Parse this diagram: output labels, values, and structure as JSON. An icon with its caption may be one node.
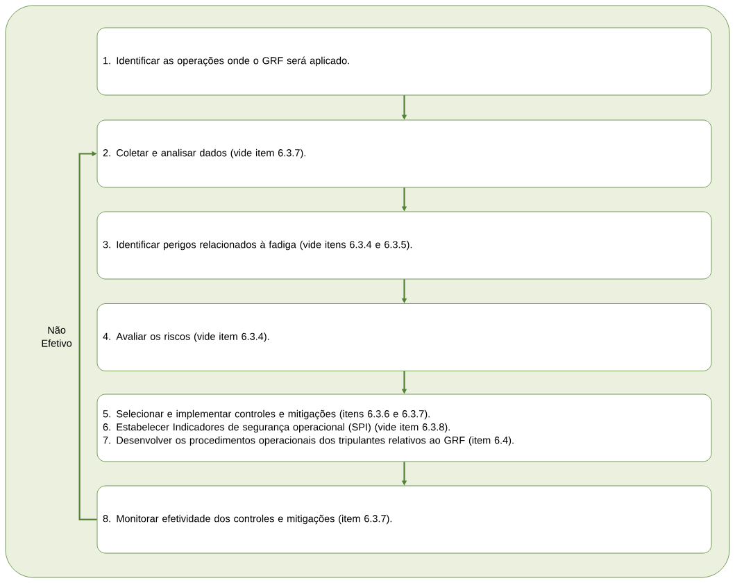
{
  "diagram": {
    "nodes": [
      {
        "text": [],
        "shape": "box"
      },
      {
        "text": [
          "1. Identificar as operações onde o GRF será aplicado."
        ],
        "in": 0
      },
      {
        "text": [
          "2. Coletar e analisar dados (vide item 6.3.7)."
        ],
        "in": 0
      },
      {
        "text": [
          "3. Identificar perigos relacionados à fadiga (vide itens 6.3.4 e 6.3.5)."
        ],
        "in": 0
      },
      {
        "text": [
          "4. Avaliar os riscos (vide item 6.3.4)."
        ],
        "in": 0
      },
      {
        "text": [
          "5.  Selecionar e implementar controles e mitigações (itens 6.3.6 e 6.3.7).",
          "6.  Estabelecer Indicadores de segurança operacional (SPI) (vide item 6.3.8).",
          "7.  Desenvolver os procedimentos operacionais dos tripulantes relativos ao GRF (item 6.4)."
        ],
        "in": 0
      },
      {
        "text": [
          "8. Monitorar efetividade dos controles e mitigações (item 6.3.7)."
        ],
        "in": 0
      }
    ],
    "edges": [
      {
        "from": 1,
        "to": 2,
        "arrow": "to"
      },
      {
        "from": 2,
        "to": 3,
        "arrow": "to"
      },
      {
        "from": 3,
        "to": 4,
        "arrow": "to"
      },
      {
        "from": 4,
        "to": 5,
        "arrow": "to"
      },
      {
        "from": 5,
        "to": 6,
        "arrow": "to"
      },
      {
        "from": 6,
        "to": 2,
        "arrow": "to",
        "label": "Não Efetivo"
      }
    ]
  }
}
